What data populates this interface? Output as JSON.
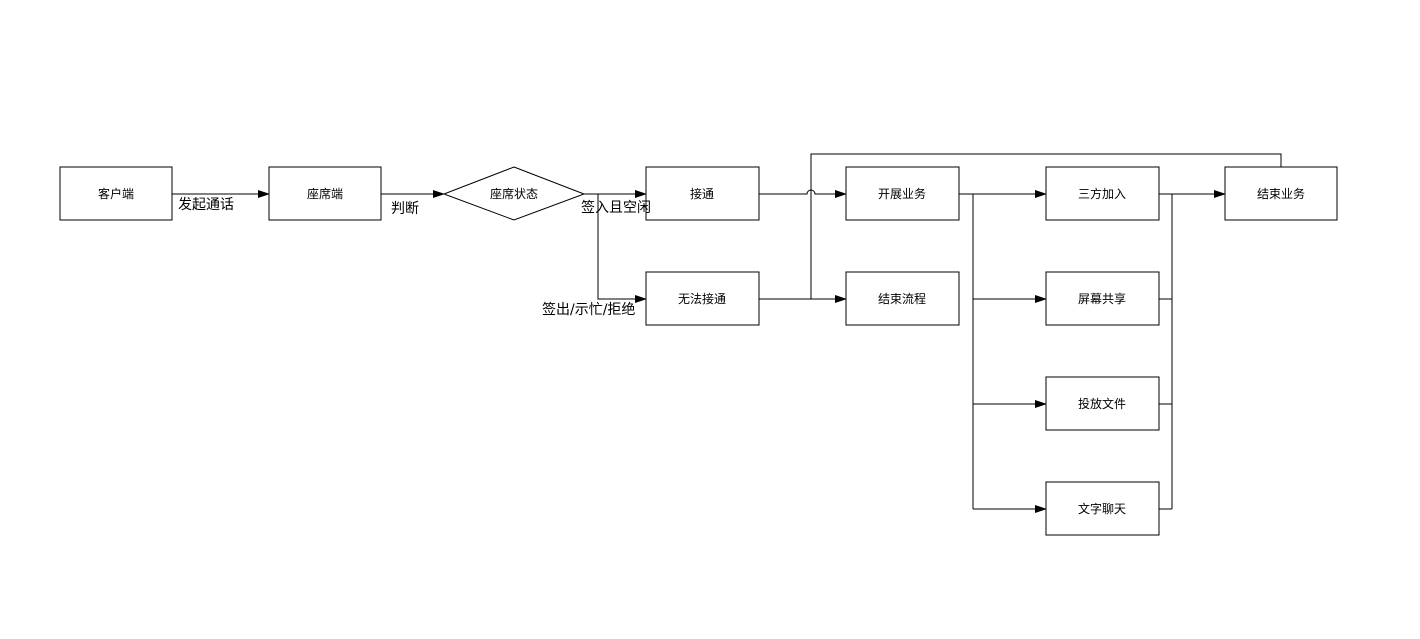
{
  "diagram": {
    "nodes": {
      "client": "客户端",
      "agent": "座席端",
      "agent_status": "座席状态",
      "connected": "接通",
      "not_connected": "无法接通",
      "start_business": "开展业务",
      "end_flow": "结束流程",
      "three_party": "三方加入",
      "screen_share": "屏幕共享",
      "send_file": "投放文件",
      "text_chat": "文字聊天",
      "end_business": "结束业务"
    },
    "edges": {
      "initiate_call": "发起通话",
      "judge": "判断",
      "signed_in_idle": "签入且空闲",
      "signed_out_busy_reject": "签出/示忙/拒绝"
    }
  }
}
